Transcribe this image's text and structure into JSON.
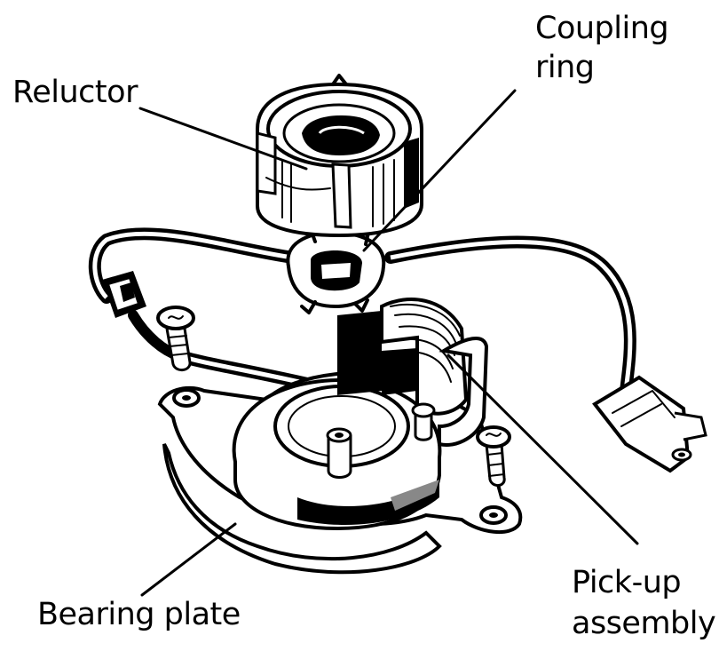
{
  "labels": {
    "reluctor": "Reluctor",
    "coupling_ring_line1": "Coupling",
    "coupling_ring_line2": "ring",
    "pickup_line1": "Pick-up",
    "pickup_line2": "assembly",
    "bearing_plate": "Bearing plate"
  },
  "colors": {
    "ink": "#000000",
    "paper": "#ffffff",
    "shade": "#cfcfcf"
  }
}
